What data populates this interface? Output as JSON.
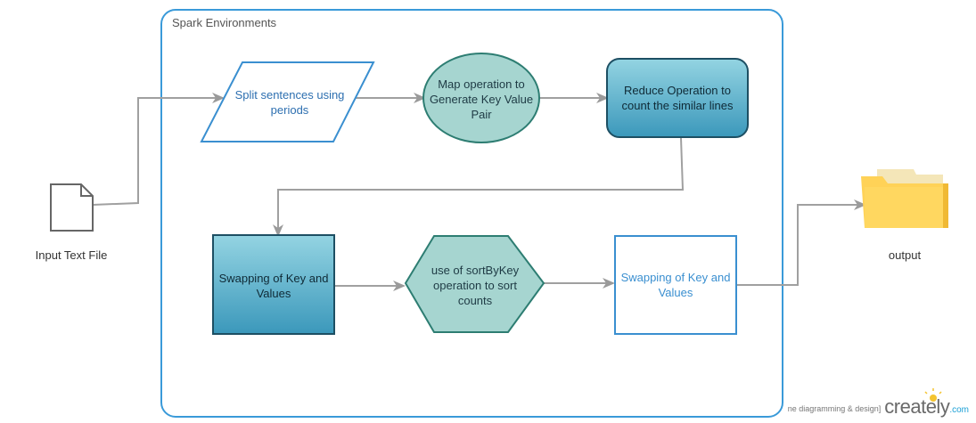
{
  "container": {
    "label": "Spark Environments"
  },
  "nodes": {
    "split": {
      "text": "Split sentences using periods"
    },
    "map": {
      "text": "Map operation to Generate Key Value Pair"
    },
    "reduce": {
      "text": "Reduce Operation to count the similar lines"
    },
    "swap1": {
      "text": "Swapping of Key and Values"
    },
    "sort": {
      "text": "use of sortByKey operation to sort counts"
    },
    "swap2": {
      "text": "Swapping of Key and Values"
    }
  },
  "input_file": {
    "label": "Input Text File",
    "icon": "document-icon"
  },
  "output": {
    "label": "output",
    "icon": "folder-icon"
  },
  "watermark": {
    "left_text": "ne diagramming & design]",
    "brand": "creately",
    "domain": ".com"
  },
  "colors": {
    "container_border": "#3a9ad9",
    "teal_fill": "#a6d5d0",
    "teal_border": "#2d7d72",
    "blue_fill_top": "#8fd0e0",
    "blue_fill_bottom": "#3d9bbd",
    "dark_border": "#1d4f63",
    "outline_blue": "#3a8fd0",
    "connector": "#a0a0a0",
    "folder": "#ffd257"
  }
}
